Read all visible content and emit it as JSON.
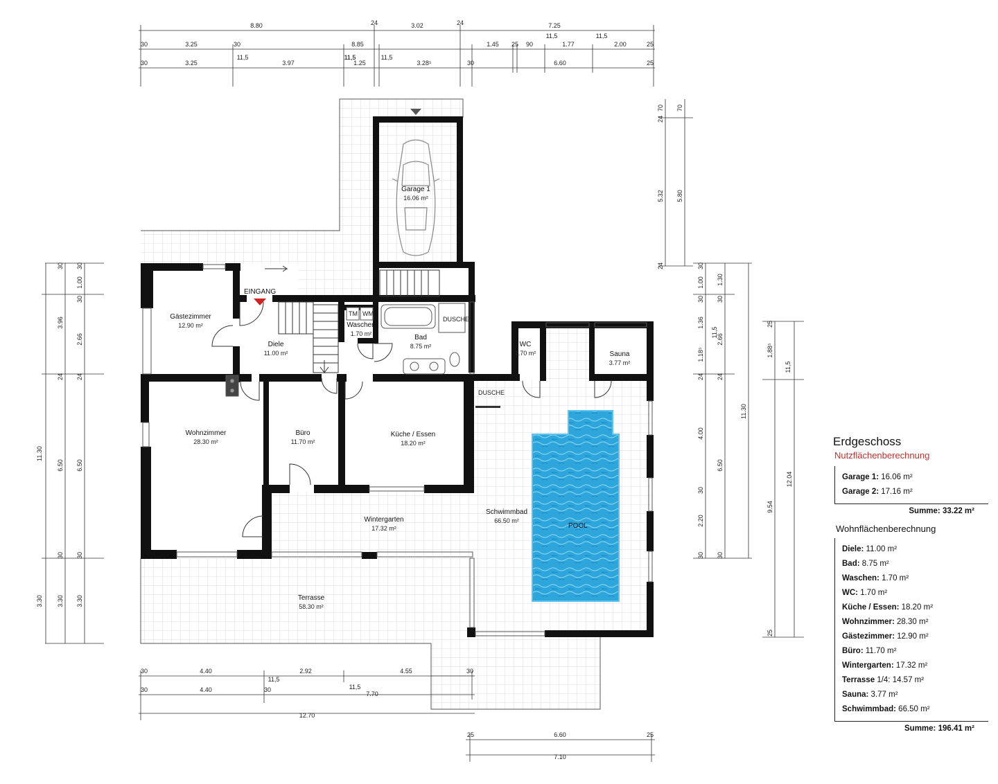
{
  "plan": {
    "rooms": [
      {
        "id": "gaestezimmer",
        "name": "Gästezimmer",
        "area": "12.90 m²"
      },
      {
        "id": "diele",
        "name": "Diele",
        "area": "11.00 m²"
      },
      {
        "id": "waschen",
        "name": "Waschen",
        "area": "1.70 m²"
      },
      {
        "id": "bad",
        "name": "Bad",
        "area": "8.75 m²"
      },
      {
        "id": "garage",
        "name": "Garage 1",
        "area": "16.06 m²"
      },
      {
        "id": "wc",
        "name": "WC",
        "area": "1.70 m²"
      },
      {
        "id": "sauna",
        "name": "Sauna",
        "area": "3.77 m²"
      },
      {
        "id": "wohnzimmer",
        "name": "Wohnzimmer",
        "area": "28.30 m²"
      },
      {
        "id": "buero",
        "name": "Büro",
        "area": "11.70 m²"
      },
      {
        "id": "kueche",
        "name": "Küche / Essen",
        "area": "18.20 m²"
      },
      {
        "id": "wintergarten",
        "name": "Wintergarten",
        "area": "17.32 m²"
      },
      {
        "id": "schwimmbad",
        "name": "Schwimmbad",
        "area": "66.50 m²"
      },
      {
        "id": "terrasse",
        "name": "Terrasse",
        "area": "58.30 m²"
      }
    ],
    "labels": {
      "eingang": "EINGANG",
      "tm": "TM",
      "wm": "WM",
      "dusche_bad": "DUSCHE",
      "dusche_pool": "DUSCHE",
      "pool": "POOL"
    },
    "dims_top_1": [
      "8.80",
      "24",
      "3.02",
      "24",
      "7.25"
    ],
    "dims_top_2": [
      "30",
      "3.25",
      "30",
      "8.85",
      "1.45",
      "25",
      "90",
      "11,5",
      "1.77",
      "11,5",
      "2.00",
      "25"
    ],
    "dims_top_2b": [
      "11,5",
      "11,5"
    ],
    "dims_top_3": [
      "30",
      "3.25",
      "3.97",
      "11,5",
      "1.25",
      "11,5",
      "3.28⁵",
      "30",
      "6.60",
      "25"
    ],
    "dims_left_outer": [
      "11.30",
      "3.30"
    ],
    "dims_left_mid": [
      "3.96",
      "6.50",
      "3.30"
    ],
    "dims_left_inner": [
      "30",
      "1.00",
      "30",
      "2.66",
      "24",
      "6.50",
      "30",
      "3.30"
    ],
    "dims_left_ticks": [
      "30",
      "24",
      "30"
    ],
    "dims_right_garage": [
      "24",
      "70",
      "70",
      "5.32",
      "5.80",
      "24"
    ],
    "dims_right_1": [
      "30",
      "1.00",
      "30",
      "1.36",
      "1.18⁵",
      "24",
      "4.00",
      "30",
      "2.20",
      "30"
    ],
    "dims_right_2": [
      "1.30",
      "30",
      "11,5",
      "2.66",
      "24",
      "6.50",
      "30",
      "11.30"
    ],
    "dims_right_3": [
      "25",
      "1.88⁵",
      "11,5",
      "9.54",
      "12.04",
      "25"
    ],
    "dims_bottom_1": [
      "30",
      "4.40",
      "11,5",
      "2.92",
      "4.55",
      "30"
    ],
    "dims_bottom_2": [
      "30",
      "4.40",
      "30",
      "11,5",
      "7.70"
    ],
    "dims_bottom_3": [
      "12.70"
    ],
    "dims_bottom_pool": [
      "25",
      "6.60",
      "25",
      "7.10"
    ]
  },
  "legend": {
    "title": "Erdgeschoss",
    "subtitle": "Nutzflächenberechnung",
    "nutz": [
      {
        "label": "Garage 1:",
        "value": "16.06 m²"
      },
      {
        "label": "Garage 2:",
        "value": "17.16 m²"
      }
    ],
    "nutz_sum": "Summe: 33.22 m²",
    "wohn_title": "Wohnflächenberechnung",
    "wohn": [
      {
        "label": "Diele:",
        "value": "11.00 m²"
      },
      {
        "label": "Bad:",
        "value": "8.75 m²"
      },
      {
        "label": "Waschen:",
        "value": "1.70 m²"
      },
      {
        "label": "WC:",
        "value": "1.70 m²"
      },
      {
        "label": "Küche / Essen:",
        "value": "18.20 m²"
      },
      {
        "label": "Wohnzimmer:",
        "value": "28.30 m²"
      },
      {
        "label": "Gästezimmer:",
        "value": "12.90 m²"
      },
      {
        "label": "Büro:",
        "value": "11.70 m²"
      },
      {
        "label": "Wintergarten:",
        "value": "17.32 m²"
      },
      {
        "label": "Terrasse",
        "value": "1/4: 14.57 m²"
      },
      {
        "label": "Sauna:",
        "value": "3.77 m²"
      },
      {
        "label": "Schwimmbad:",
        "value": "66.50 m²"
      }
    ],
    "wohn_sum": "Summe: 196.41 m²"
  },
  "colors": {
    "wall": "#111111",
    "pool": "#2ea6dc",
    "pool_light": "#5cc3ee",
    "accent_red": "#d42020",
    "tile_line": "#d0d0d0"
  }
}
